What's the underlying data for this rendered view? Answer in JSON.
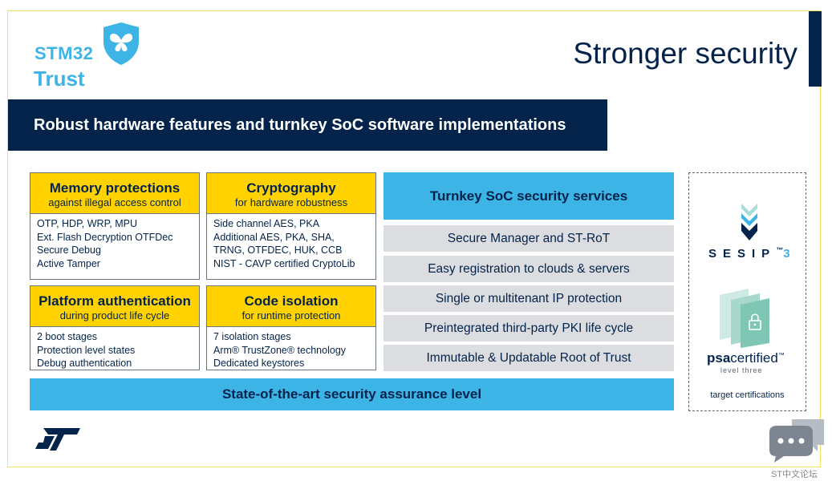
{
  "logo": {
    "line1": "STM32",
    "line2": "Trust"
  },
  "title": "Stronger security",
  "banner": "Robust hardware features and turnkey SoC software implementations",
  "boxes": [
    {
      "title": "Memory protections",
      "subtitle": "against illegal access control",
      "items": [
        "OTP, HDP, WRP, MPU",
        "Ext. Flash Decryption OTFDec",
        "Secure Debug",
        "Active Tamper"
      ]
    },
    {
      "title": "Cryptography",
      "subtitle": "for hardware robustness",
      "items": [
        "Side channel AES, PKA",
        "Additional AES, PKA, SHA,",
        "TRNG, OTFDEC, HUK, CCB",
        "NIST - CAVP certified CryptoLib"
      ]
    },
    {
      "title": "Platform authentication",
      "subtitle": "during product life cycle",
      "items": [
        "2 boot stages",
        "Protection level states",
        "Debug authentication"
      ]
    },
    {
      "title": "Code isolation",
      "subtitle": "for runtime protection",
      "items": [
        "7 isolation stages",
        "Arm® TrustZone® technology",
        "Dedicated keystores"
      ]
    }
  ],
  "services": {
    "title": "Turnkey SoC security services",
    "items": [
      "Secure Manager and ST-RoT",
      "Easy registration to clouds & servers",
      "Single or multitenant IP protection",
      "Preintegrated third-party PKI life cycle",
      "Immutable & Updatable Root of Trust"
    ]
  },
  "assurance": "State-of-the-art security assurance level",
  "certifications": {
    "sesip": "SESIP",
    "sesip_tm": "™",
    "sesip_level": "3",
    "psa_bold": "psa",
    "psa_rest": "certified",
    "psa_tm": "™",
    "psa_level": "level three",
    "label": "target certifications"
  },
  "forum": "ST中文论坛",
  "colors": {
    "navy": "#03234b",
    "st_blue": "#3cb4e6",
    "yellow": "#ffd200",
    "grey": "#dcdde0"
  }
}
